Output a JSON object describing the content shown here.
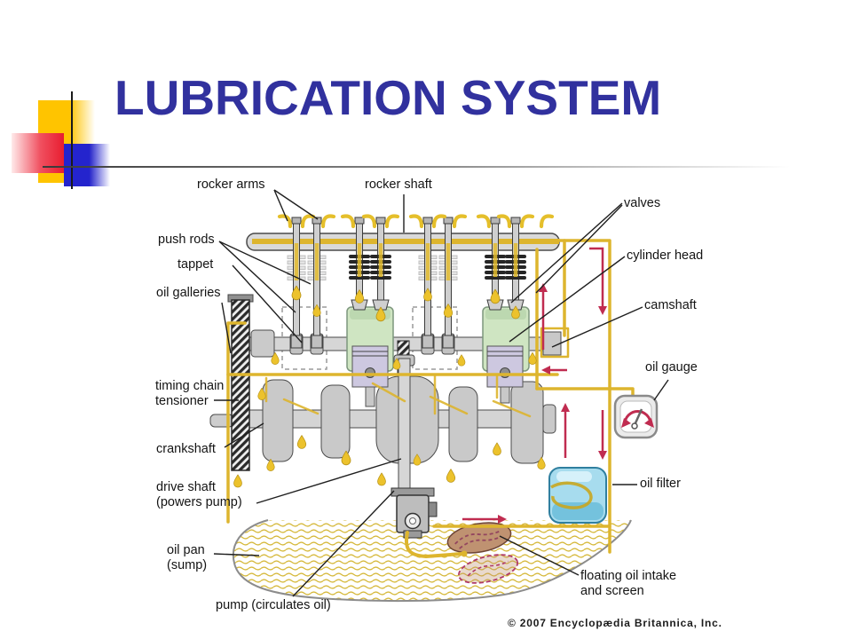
{
  "slide": {
    "title": "LUBRICATION SYSTEM",
    "title_color": "#31319e"
  },
  "diagram": {
    "labels": {
      "rocker_arms": "rocker arms",
      "rocker_shaft": "rocker shaft",
      "push_rods": "push rods",
      "tappet": "tappet",
      "oil_galleries": "oil galleries",
      "timing_chain_tensioner": "timing chain\ntensioner",
      "crankshaft": "crankshaft",
      "drive_shaft": "drive shaft\n(powers pump)",
      "oil_pan": "oil pan\n(sump)",
      "pump": "pump (circulates oil)",
      "valves": "valves",
      "cylinder_head": "cylinder head",
      "camshaft": "camshaft",
      "oil_gauge": "oil gauge",
      "oil_filter": "oil filter",
      "floating_oil_intake": "floating oil intake\nand screen",
      "copyright": "© 2007 Encyclopædia Britannica, Inc."
    },
    "colors": {
      "oil_yellow": "#ddb52e",
      "flow_arrow_red": "#c02c50",
      "cylinder_green": "#cfe5c2",
      "filter_blue": "#a7dcee"
    }
  }
}
